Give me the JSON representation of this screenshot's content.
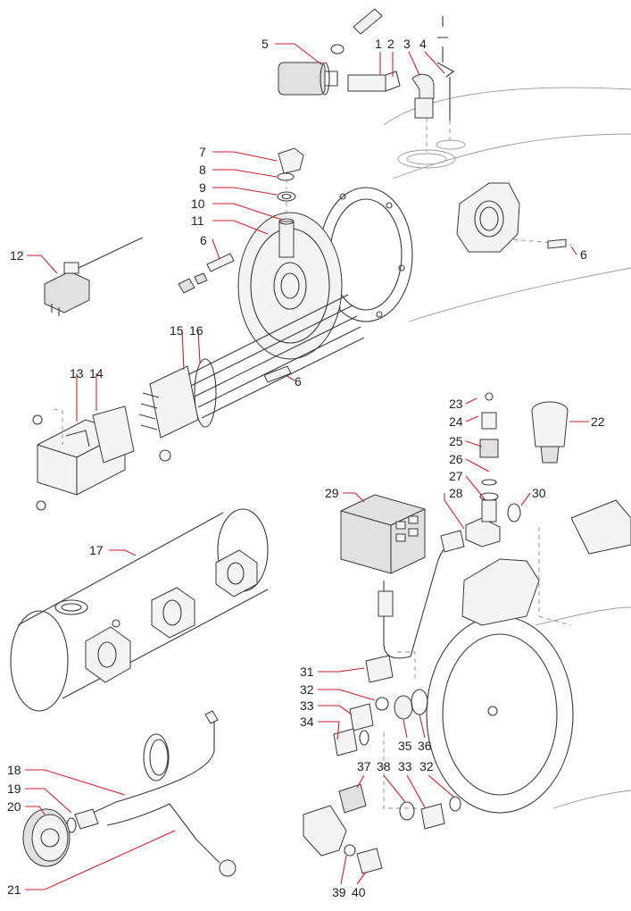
{
  "callouts": {
    "c1": "1",
    "c2": "2",
    "c3": "3",
    "c4": "4",
    "c5": "5",
    "c6a": "6",
    "c6b": "6",
    "c6c": "6",
    "c7": "7",
    "c8": "8",
    "c9": "9",
    "c10": "10",
    "c11": "11",
    "c12": "12",
    "c13": "13",
    "c14": "14",
    "c15": "15",
    "c16": "16",
    "c17": "17",
    "c18": "18",
    "c19": "19",
    "c20": "20",
    "c21": "21",
    "c22": "22",
    "c23": "23",
    "c24": "24",
    "c25": "25",
    "c26": "26",
    "c27": "27",
    "c28": "28",
    "c29": "29",
    "c30": "30",
    "c31": "31",
    "c32a": "32",
    "c32b": "32",
    "c33a": "33",
    "c33b": "33",
    "c34": "34",
    "c35": "35",
    "c36": "36",
    "c37": "37",
    "c38": "38",
    "c39": "39",
    "c40": "40"
  },
  "colors": {
    "leader": "#c0262d",
    "line": "#3a3a3a",
    "text": "#222222"
  }
}
